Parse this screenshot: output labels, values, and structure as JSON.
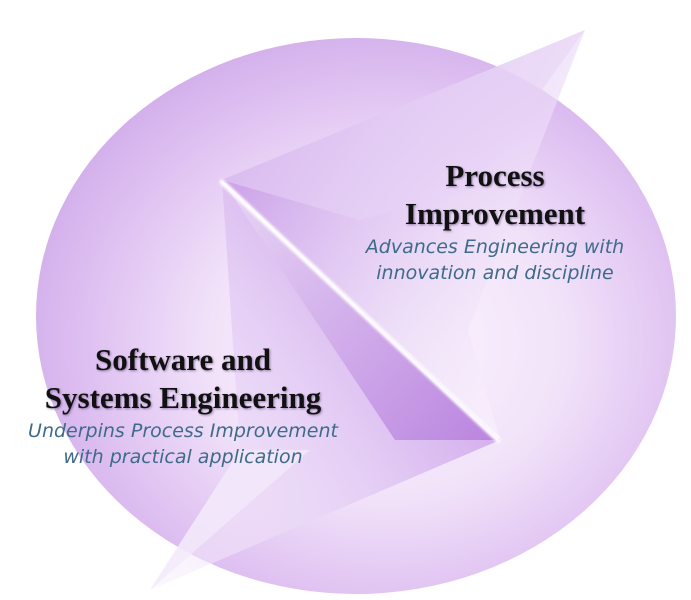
{
  "colors": {
    "disc_light": "#f6ecfb",
    "disc_mid": "#e3c8f3",
    "disc_edge": "#c9a3e6",
    "fold_dark": "#b37fdd",
    "title_text": "#111111",
    "subtitle_text": "#3f6b8a"
  },
  "process_improvement": {
    "title_line1": "Process",
    "title_line2": "Improvement",
    "desc_line1": "Advances Engineering with",
    "desc_line2": "innovation and discipline"
  },
  "software_systems_engineering": {
    "title_line1": "Software and",
    "title_line2": "Systems Engineering",
    "desc_line1": "Underpins Process Improvement",
    "desc_line2": "with practical application"
  }
}
